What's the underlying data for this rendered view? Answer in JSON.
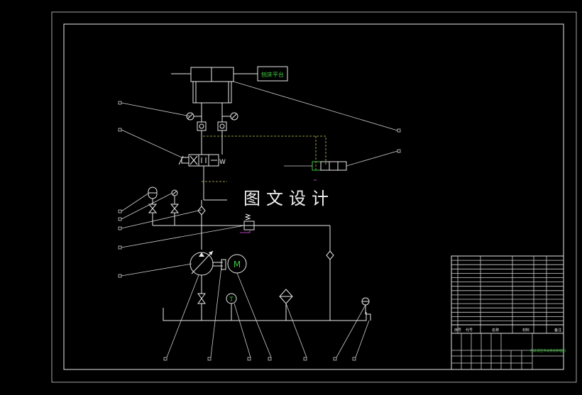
{
  "drawing": {
    "machine_label": "刨床平台",
    "watermark": "图文设计",
    "motor_label": "M",
    "thermometer_label": "T",
    "valve_port_label": "W"
  },
  "title_block": {
    "header_labels": [
      "序号",
      "代号",
      "名称",
      "材料",
      "备注"
    ],
    "drawing_name": "刨床液压传动系统原理图"
  },
  "colors": {
    "background": "#000000",
    "line": "#e8e8e8",
    "label_green": "#3ec43e",
    "dashed_yellow": "#c8c860",
    "accent_magenta": "#c040c0"
  }
}
